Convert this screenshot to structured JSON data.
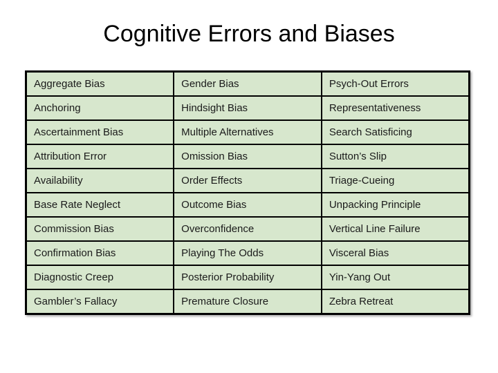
{
  "slide": {
    "title": "Cognitive Errors and Biases"
  },
  "colors": {
    "cell_background": "#d7e7cd",
    "border": "#000000",
    "title_text": "#000000",
    "cell_text": "#1a1a1a",
    "slide_background": "#ffffff"
  },
  "table": {
    "columns": 3,
    "rows": [
      {
        "cells": [
          "Aggregate Bias",
          "Gender Bias",
          "Psych-Out Errors"
        ]
      },
      {
        "cells": [
          "Anchoring",
          "Hindsight Bias",
          "Representativeness"
        ]
      },
      {
        "cells": [
          "Ascertainment Bias",
          "Multiple Alternatives",
          "Search Satisficing"
        ]
      },
      {
        "cells": [
          "Attribution Error",
          "Omission Bias",
          "Sutton’s Slip"
        ]
      },
      {
        "cells": [
          "Availability",
          "Order Effects",
          "Triage-Cueing"
        ]
      },
      {
        "cells": [
          "Base Rate Neglect",
          "Outcome Bias",
          "Unpacking Principle"
        ]
      },
      {
        "cells": [
          "Commission Bias",
          "Overconfidence",
          "Vertical Line Failure"
        ]
      },
      {
        "cells": [
          "Confirmation Bias",
          "Playing The Odds",
          "Visceral Bias"
        ]
      },
      {
        "cells": [
          "Diagnostic Creep",
          "Posterior Probability",
          "Yin-Yang Out"
        ]
      },
      {
        "cells": [
          "Gambler’s Fallacy",
          "Premature Closure",
          "Zebra Retreat"
        ]
      }
    ]
  }
}
